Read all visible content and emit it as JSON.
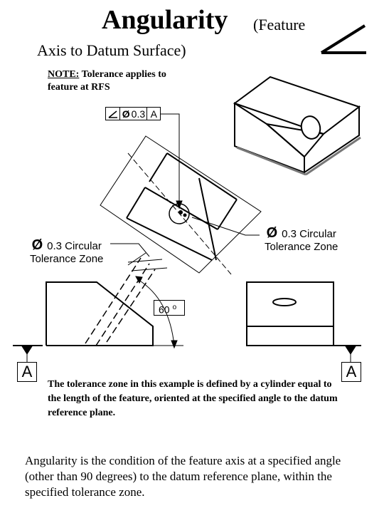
{
  "title": {
    "main": "Angularity",
    "paren": "(Feature",
    "line2": "Axis to Datum Surface)"
  },
  "symbol_icon": "angularity-symbol-icon",
  "note": {
    "label": "NOTE:",
    "text_line1": " Tolerance applies to",
    "text_line2": "feature at RFS"
  },
  "fcf": {
    "symbol": "angularity-icon",
    "diameter": "Ø",
    "value": "0.3",
    "datum": "A"
  },
  "zone_left": {
    "diameter": "Ø",
    "line1": "0.3 Circular",
    "line2": "Tolerance Zone"
  },
  "zone_right": {
    "diameter": "Ø",
    "line1": "0.3 Circular",
    "line2": "Tolerance Zone"
  },
  "angle": {
    "value": "60",
    "unit": "o"
  },
  "datum_left": "A",
  "datum_right": "A",
  "caption": "The tolerance zone in this example is defined by a cylinder equal to the length of the feature, oriented at the specified angle to the datum reference plane.",
  "bottom_text": "Angularity is the condition of the feature axis at a specified angle (other than 90 degrees) to the datum reference plane, within the specified tolerance zone."
}
